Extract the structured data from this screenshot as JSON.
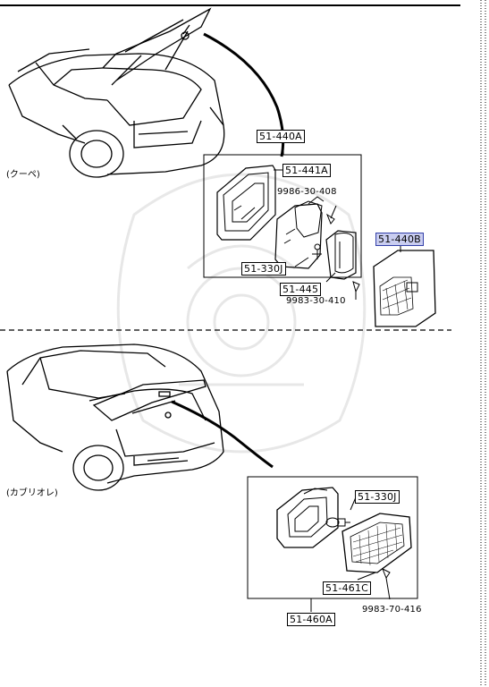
{
  "variants": {
    "coupe": "(クーペ)",
    "cabriolet": "(カブリオレ)"
  },
  "parts": {
    "upper_assembly": "51-440A",
    "upper_housing": "51-441A",
    "upper_screw": "9986-30-408",
    "upper_bulb": "51-330J",
    "upper_bracket": "51-445",
    "upper_bracket_screw": "9983-30-410",
    "upper_lens_highlighted": "51-440B",
    "lower_bulb": "51-330J",
    "lower_lens": "51-461C",
    "lower_screw": "9983-70-416",
    "lower_assembly": "51-460A"
  },
  "colors": {
    "highlight_fill": "#c9cdf0",
    "highlight_border": "#3340a8",
    "line": "#000000"
  }
}
